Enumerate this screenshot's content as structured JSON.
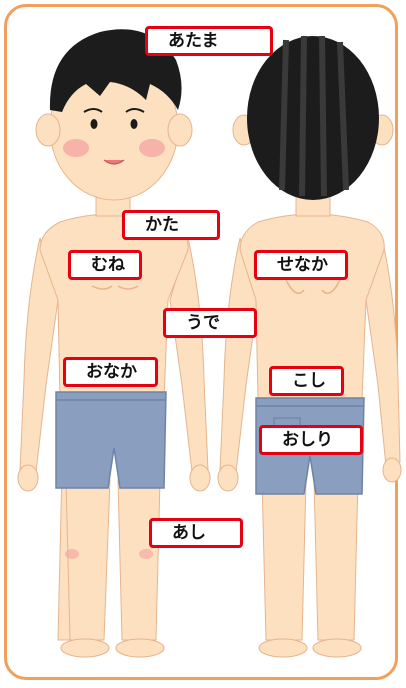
{
  "colors": {
    "frame": "#f0a05a",
    "label_border": "#e60012",
    "skin": "#fde0c0",
    "skin_shadow": "#f2c7a0",
    "hair": "#1c1c1c",
    "shorts": "#8a9ec0",
    "cheek": "#f4a0a0"
  },
  "figures": {
    "front": "boy-front",
    "back": "boy-back"
  },
  "labels": {
    "atama": "あたま",
    "kata": "かた",
    "mune": "むね",
    "senaka": "せなか",
    "ude": "うで",
    "onaka": "おなか",
    "koshi": "こし",
    "oshiri": "おしり",
    "ashi": "あし"
  }
}
